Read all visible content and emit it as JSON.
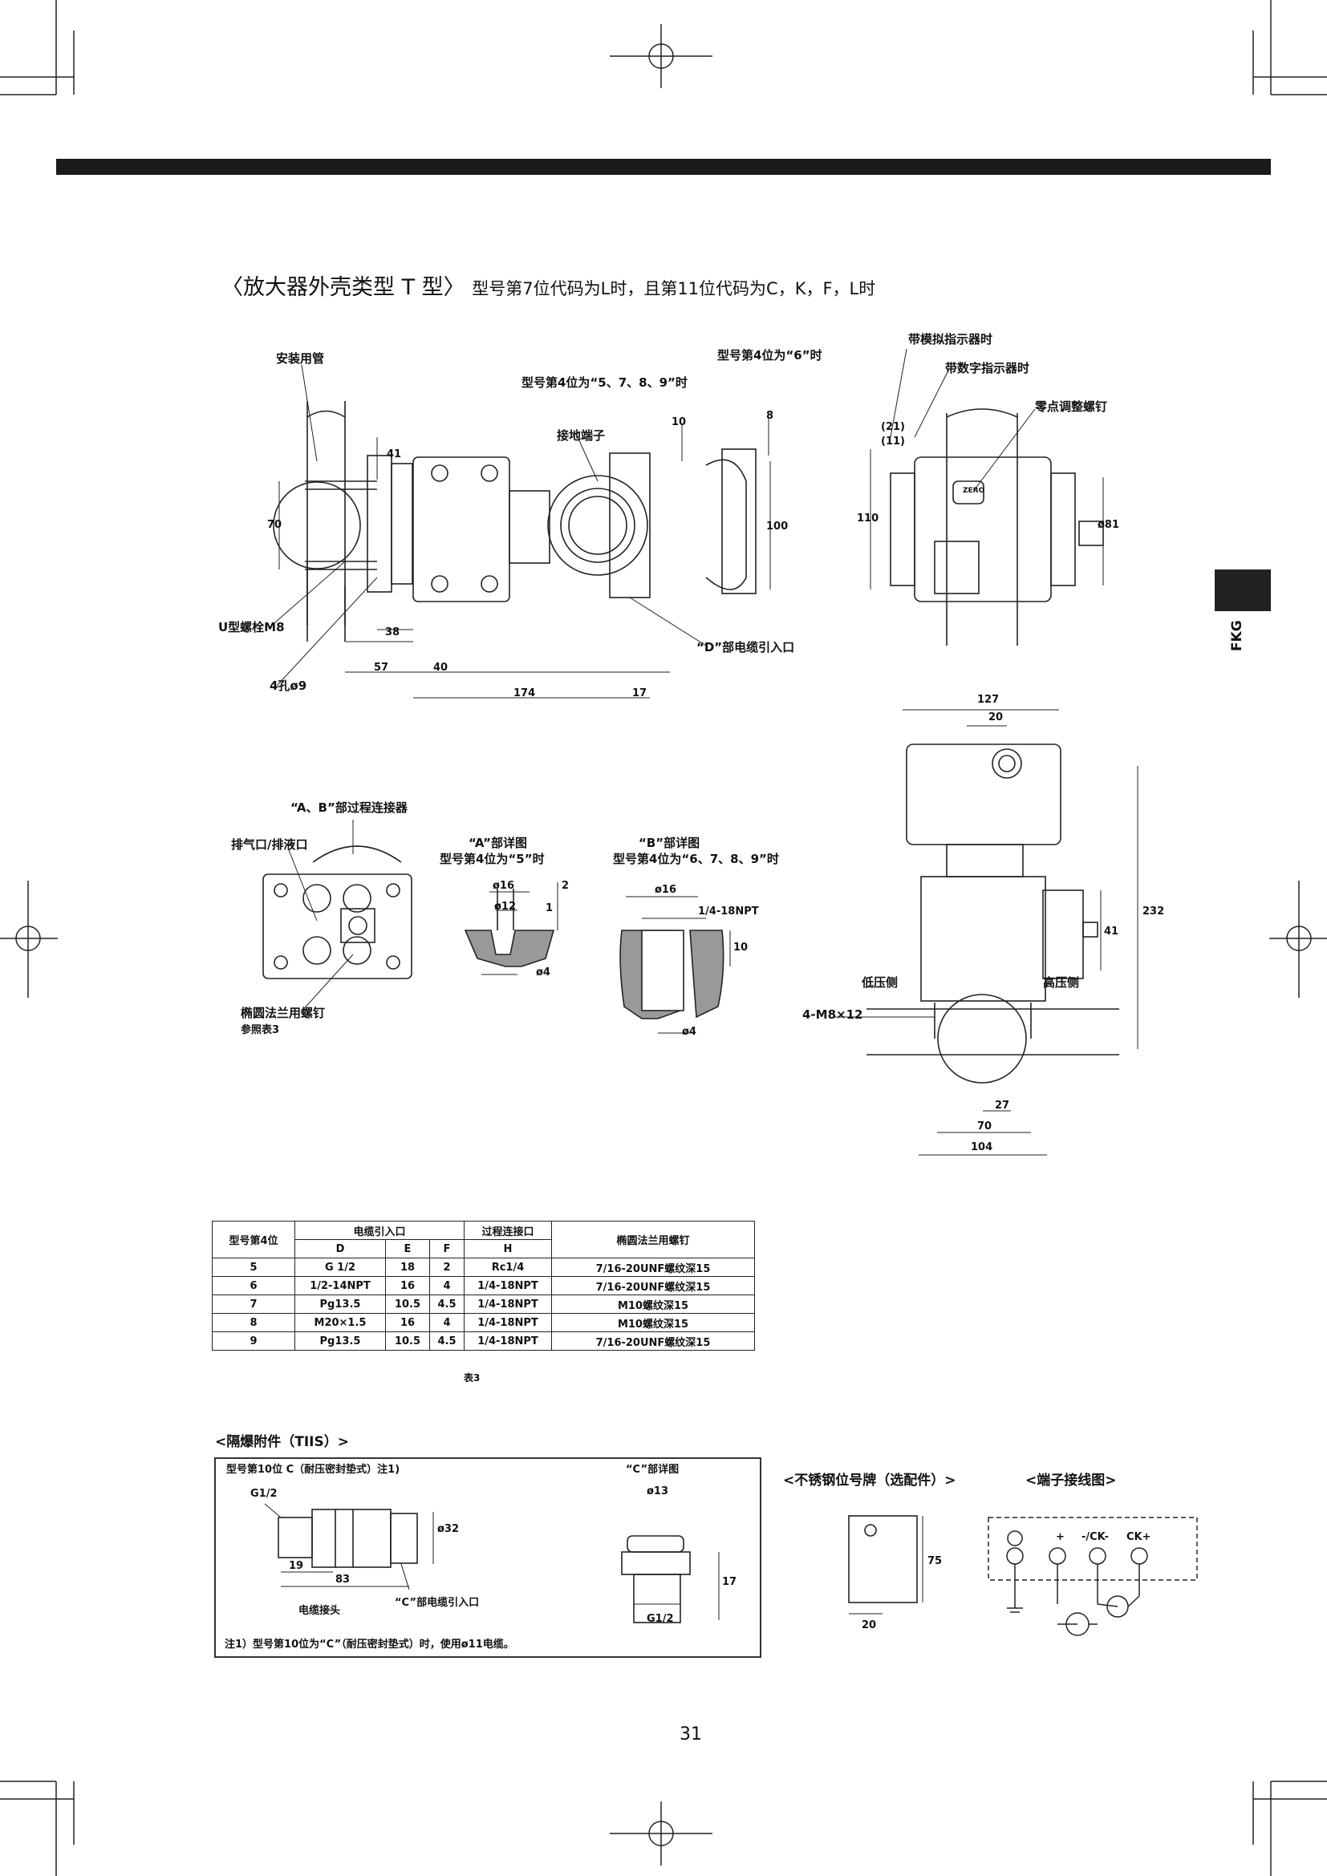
{
  "title": {
    "main": "〈放大器外壳类型  T 型〉",
    "sub": "型号第7位代码为L时，且第11位代码为C，K，F，L时"
  },
  "side_tab": "FKG",
  "page_number": "31",
  "fig1": {
    "labels": {
      "pipe": "安装用管",
      "ubolt": "U型螺栓M8",
      "hole": "4孔ø9",
      "ground": "接地端子",
      "pos4_a": "型号第4位为“5、7、8、9”时",
      "pos4_b": "型号第4位为“6”时",
      "cable_d": "“D”部电缆引入口"
    },
    "dims": {
      "d41": "41",
      "d70": "70",
      "d38": "38",
      "d57": "57",
      "d40": "40",
      "d174": "174",
      "d17": "17",
      "d10": "10",
      "d8": "8",
      "d100": "100"
    }
  },
  "fig2": {
    "labels": {
      "analog": "带模拟指示器时",
      "digital": "带数字指示器时",
      "zero": "零点调整螺钉",
      "zero_mark": "ZERO"
    },
    "dims": {
      "d21": "(21)",
      "d11": "(11)",
      "d110": "110",
      "d81": "ø81"
    }
  },
  "fig3": {
    "labels": {
      "conn": "“A、B”部过程连接器",
      "vent": "排气口/排液口",
      "bolt": "椭圆法兰用螺钉",
      "ref": "参照表3"
    }
  },
  "detailA": {
    "title": "“A”部详图",
    "sub": "型号第4位为“5”时",
    "dims": {
      "d16": "ø16",
      "d12": "ø12",
      "d2": "2",
      "d1": "1",
      "d4": "ø4"
    }
  },
  "detailB": {
    "title": "“B”部详图",
    "sub": "型号第4位为“6、7、8、9”时",
    "dims": {
      "d16": "ø16",
      "npt": "1/4-18NPT",
      "d10": "10",
      "d4": "ø4"
    }
  },
  "fig4": {
    "labels": {
      "low": "低压侧",
      "high": "高压侧",
      "bolt": "4-M8×12"
    },
    "dims": {
      "d127": "127",
      "d20": "20",
      "d232": "232",
      "d41": "41",
      "d27": "27",
      "d70": "70",
      "d104": "104"
    }
  },
  "table3": {
    "caption": "表3",
    "header": {
      "pos4": "型号第4位",
      "cable": "电缆引入口",
      "process": "过程连接口",
      "screw": "椭圆法兰用螺钉",
      "d": "D",
      "e": "E",
      "f": "F",
      "h": "H"
    },
    "rows": [
      [
        "5",
        "G 1/2",
        "18",
        "2",
        "Rc1/4",
        "7/16-20UNF螺纹深15"
      ],
      [
        "6",
        "1/2-14NPT",
        "16",
        "4",
        "1/4-18NPT",
        "7/16-20UNF螺纹深15"
      ],
      [
        "7",
        "Pg13.5",
        "10.5",
        "4.5",
        "1/4-18NPT",
        "M10螺纹深15"
      ],
      [
        "8",
        "M20×1.5",
        "16",
        "4",
        "1/4-18NPT",
        "M10螺纹深15"
      ],
      [
        "9",
        "Pg13.5",
        "10.5",
        "4.5",
        "1/4-18NPT",
        "7/16-20UNF螺纹深15"
      ]
    ]
  },
  "tiis": {
    "heading": "<隔爆附件（TIIS）>",
    "pos10": "型号第10位 C（耐压密封垫式）注1)",
    "g12": "G1/2",
    "d19": "19",
    "d83": "83",
    "d32": "ø32",
    "cable_joint": "电缆接头",
    "cable_c": "“C”部电缆引入口",
    "detail_title": "“C”部详图",
    "d13": "ø13",
    "d17": "17",
    "g12b": "G1/2",
    "note": "注1）型号第10位为“C”（耐压密封垫式）时，使用ø11电缆。"
  },
  "tag": {
    "heading": "<不锈钢位号牌（选配件）>",
    "d75": "75",
    "d20": "20"
  },
  "wiring": {
    "heading": "<端子接线图>",
    "plus": "+",
    "ck_minus": "-/CK-",
    "ck_plus": "CK+"
  }
}
